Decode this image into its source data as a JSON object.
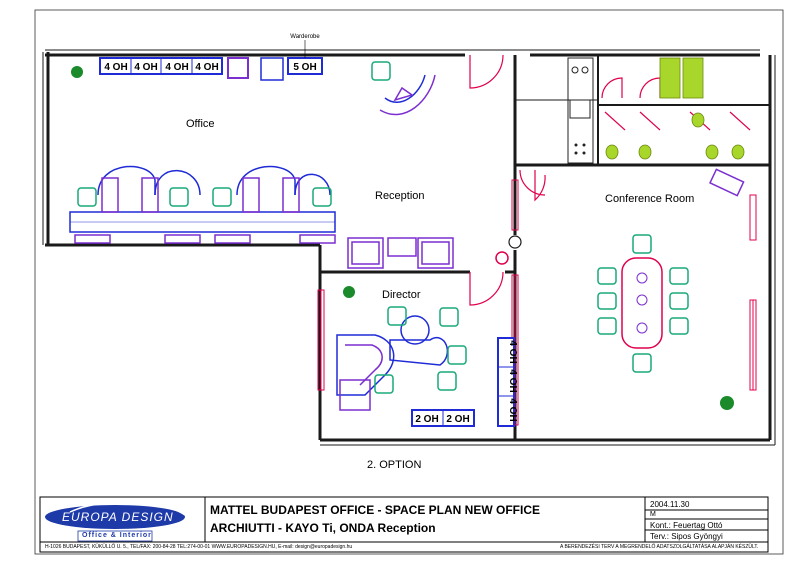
{
  "rooms": {
    "office": "Office",
    "reception": "Reception",
    "conference": "Conference Room",
    "director": "Director",
    "wardrobe": "Warderobe"
  },
  "cabinets": {
    "office_row": [
      "4 OH",
      "4 OH",
      "4 OH",
      "4 OH"
    ],
    "wardrobe": "5 OH",
    "director_bottom": [
      "2 OH",
      "2 OH"
    ],
    "director_side": [
      "4 OH",
      "4 OH",
      "4 OH"
    ]
  },
  "option_label": "2. OPTION",
  "title_block": {
    "logo_text": "EUROPA DESIGN",
    "logo_tagline": "Office & Interior",
    "title_line1": "MATTEL BUDAPEST OFFICE -  SPACE PLAN NEW OFFICE",
    "title_line2": "ARCHIUTTI - KAYO Ti, ONDA Reception",
    "date": "2004.11.30",
    "scale": "M",
    "contact": "Kont.: Feuertag Ottó",
    "designer": "Terv.: Sipos Gyöngyi",
    "address": "H-1026 BUDAPEST, KÜKÜLLŐ U. 5., TEL/FAX: 200-84-28  TEL:274-00-01  WWW.EUROPADESIGN.HU, E-mail: design@europadesign.hu",
    "note": "A BERENDEZÉSI TERV A MEGRENDELŐ ADATSZOLGÁLTATÁSA ALAPJÁN KÉSZÜLT."
  },
  "colors": {
    "wall": "#1a1a1a",
    "door": "#e0004e",
    "furniture_blue": "#1e2bd6",
    "furniture_purple": "#7b2fd0",
    "chair_green": "#18a878",
    "wc_lime": "#a8d62a"
  }
}
